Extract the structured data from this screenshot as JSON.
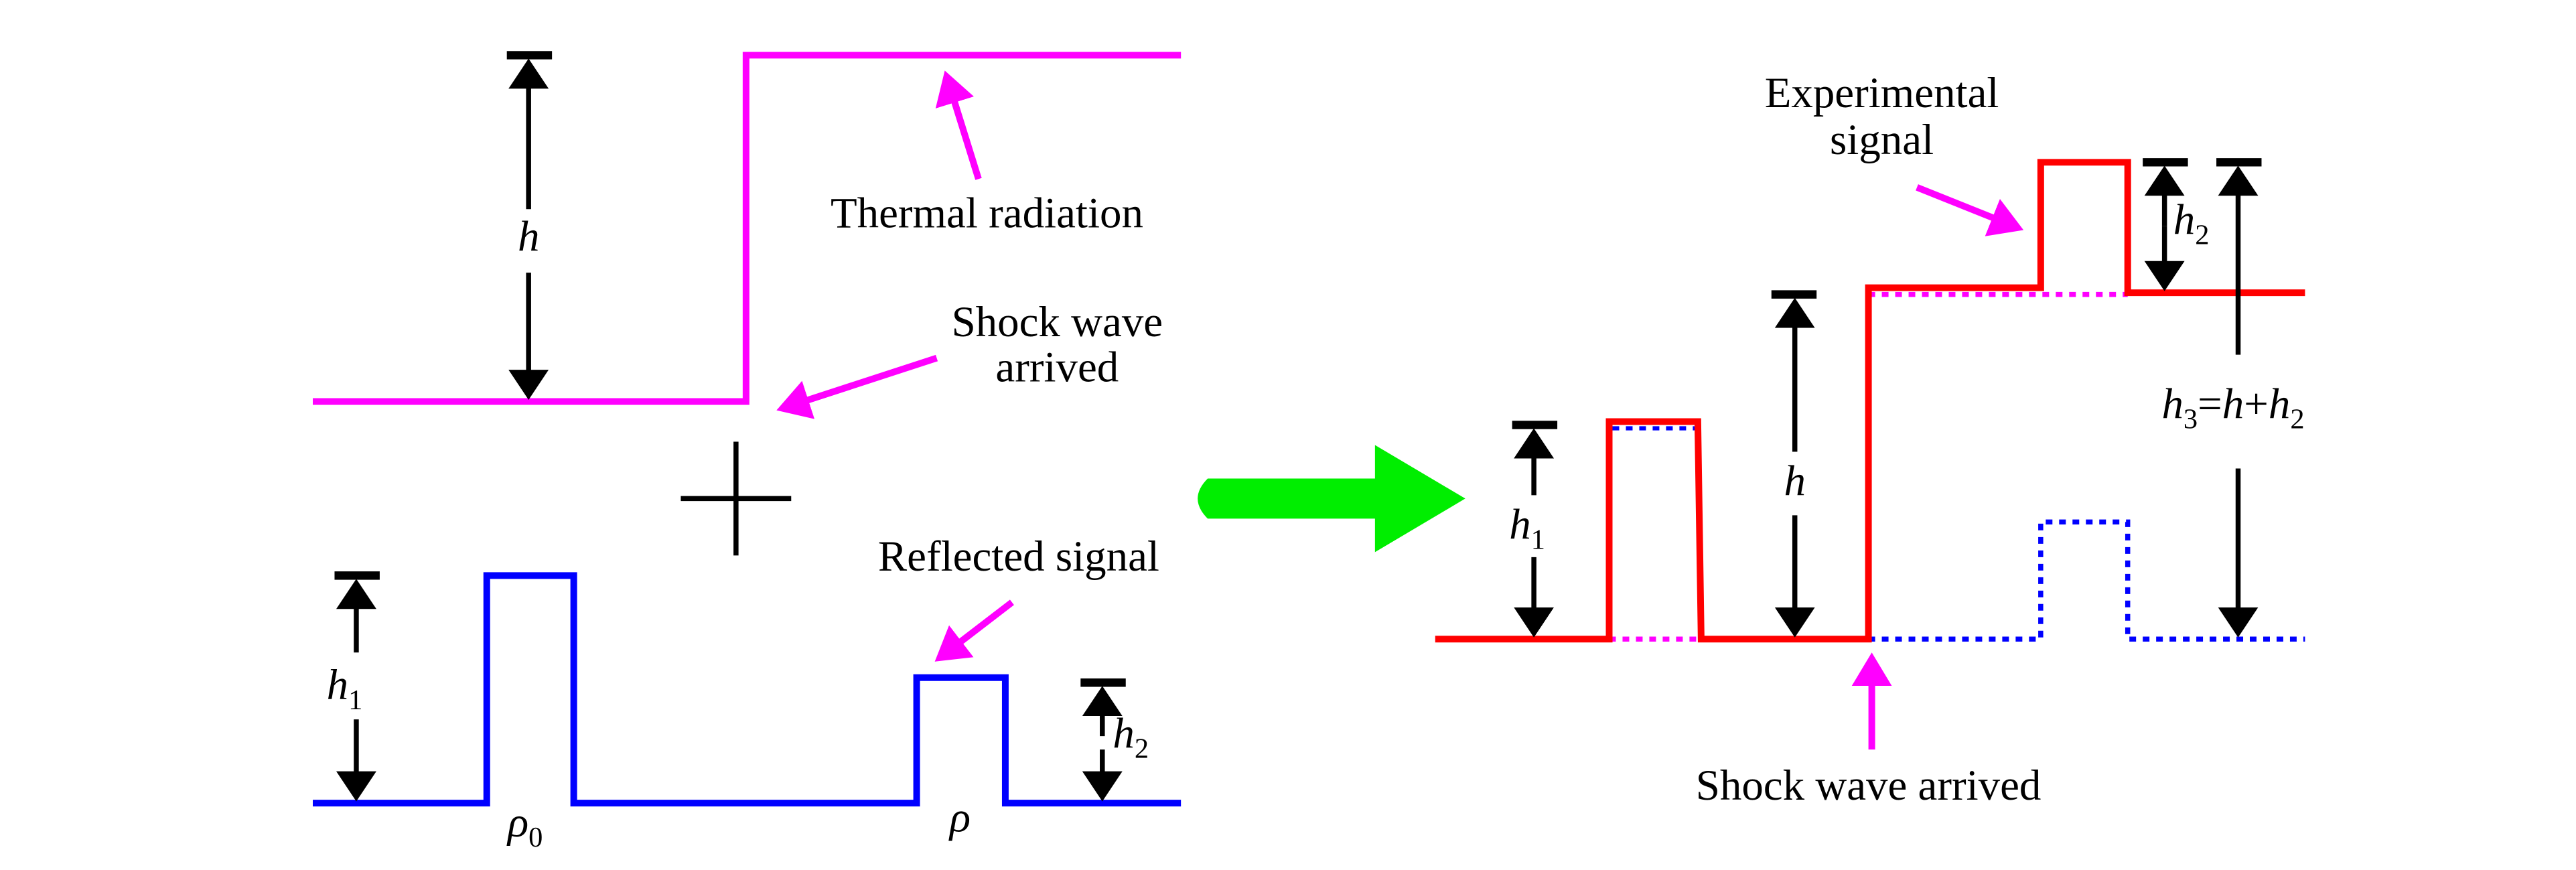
{
  "colors": {
    "thermal": "#ff00ff",
    "reflected": "#0000ff",
    "experimental": "#ff0000",
    "annotation_arrow": "#ff00ff",
    "combine_arrow": "#00ee00",
    "dimension": "#000000"
  },
  "left_panel": {
    "thermal_curve": {
      "height_label": "h",
      "annotation": "Thermal radiation",
      "shock_annotation_line1": "Shock wave",
      "shock_annotation_line2": "arrived"
    },
    "operator": "+",
    "reflected_curve": {
      "h1_label": "h",
      "h1_sub": "1",
      "h2_label": "h",
      "h2_sub": "2",
      "pulse1_label": "ρ",
      "pulse1_sub": "0",
      "pulse2_label": "ρ",
      "annotation": "Reflected signal"
    }
  },
  "right_panel": {
    "annotation_line1": "Experimental",
    "annotation_line2": "signal",
    "h1_label": "h",
    "h1_sub": "1",
    "h_label": "h",
    "h2_label": "h",
    "h2_sub": "2",
    "h3_label_a": "h",
    "h3_sub": "3",
    "h3_label_b": "=",
    "h3_label_c": "h",
    "h3_label_d": "+",
    "h3_label_e": "h",
    "h3_sub2": "2",
    "shock_annotation": "Shock wave arrived"
  }
}
